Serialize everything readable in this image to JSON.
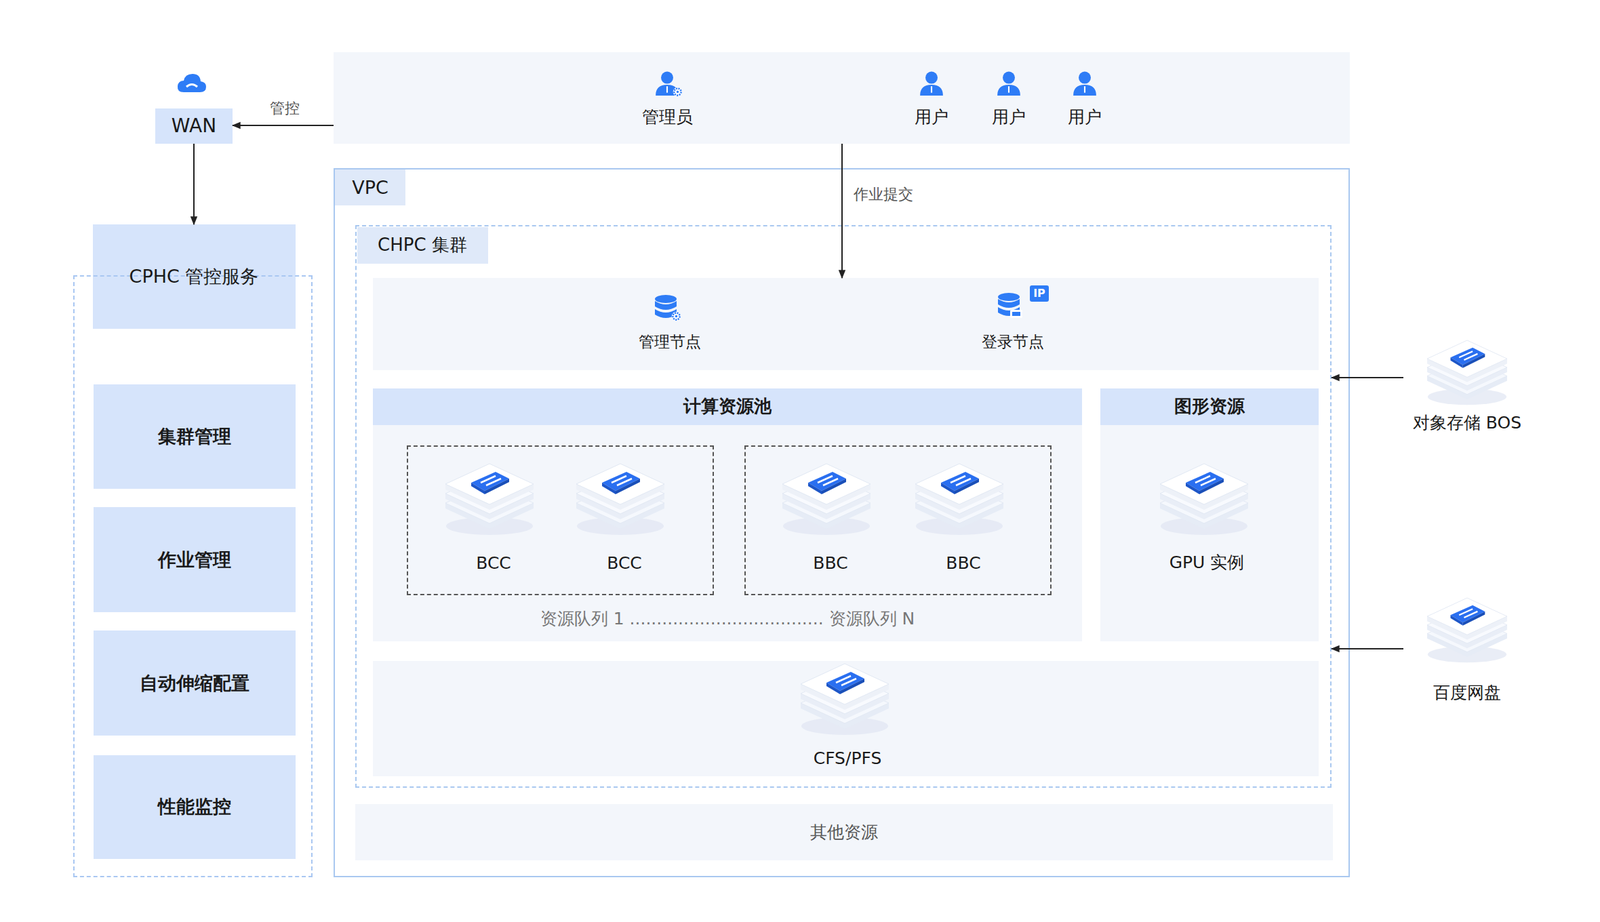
{
  "diagram": {
    "nodes": [
      {
        "text": [
          "WAN"
        ]
      },
      {
        "text": [
          "管理员",
          "用户",
          "用户",
          "用户"
        ]
      },
      {
        "text": [
          "CPHC 管控服务"
        ]
      },
      {
        "text": [
          "集群管理"
        ],
        "in": 2
      },
      {
        "text": [
          "作业管理"
        ],
        "in": 2
      },
      {
        "text": [
          "自动伸缩配置"
        ],
        "in": 2
      },
      {
        "text": [
          "性能监控"
        ],
        "in": 2
      },
      {
        "text": [
          "VPC"
        ]
      },
      {
        "text": [
          "CHPC 集群"
        ],
        "in": 7
      },
      {
        "text": [
          "管理节点",
          "登录节点"
        ],
        "in": 8
      },
      {
        "text": [
          "计算资源池",
          "资源队列 1 .................................... 资源队列 N"
        ],
        "in": 8
      },
      {
        "text": [
          "BCC",
          "BCC"
        ],
        "in": 10
      },
      {
        "text": [
          "BBC",
          "BBC"
        ],
        "in": 10
      },
      {
        "text": [
          "图形资源",
          "GPU 实例"
        ],
        "in": 8
      },
      {
        "text": [
          "CFS/PFS"
        ],
        "in": 8
      },
      {
        "text": [
          "其他资源"
        ],
        "in": 7
      },
      {
        "text": [
          "对象存储 BOS"
        ]
      },
      {
        "text": [
          "百度网盘"
        ]
      }
    ],
    "edges": [
      {
        "from": 1,
        "to": 0,
        "arrow": "to",
        "label": "管控"
      },
      {
        "from": 0,
        "to": 2,
        "arrow": "to"
      },
      {
        "from": 1,
        "to": 9,
        "arrow": "to",
        "label": "作业提交"
      },
      {
        "from": 16,
        "to": 8,
        "arrow": "to"
      },
      {
        "from": 17,
        "to": 8,
        "arrow": "to"
      }
    ],
    "labels": [
      "IP"
    ]
  }
}
